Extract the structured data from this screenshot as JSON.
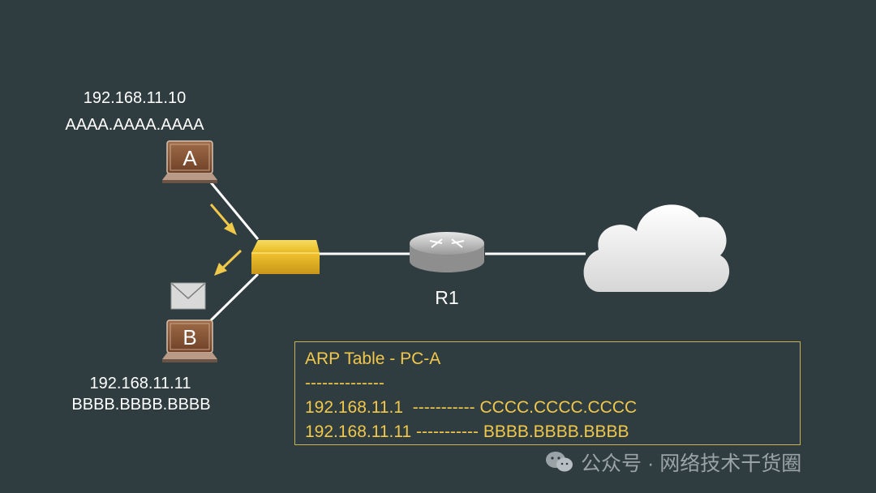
{
  "hosts": {
    "pc_a": {
      "label": "A",
      "ip": "192.168.11.10",
      "mac": "AAAA.AAAA.AAAA"
    },
    "pc_b": {
      "label": "B",
      "ip": "192.168.11.11",
      "mac": "BBBB.BBBB.BBBB"
    }
  },
  "router": {
    "label": "R1"
  },
  "arp_table": {
    "title": "ARP Table - PC-A",
    "divider": "--------------",
    "rows": [
      {
        "ip": "192.168.11.1",
        "dashes": "-----------",
        "mac": "CCCC.CCCC.CCCC"
      },
      {
        "ip": "192.168.11.11",
        "dashes": "-----------",
        "mac": "BBBB.BBBB.BBBB"
      }
    ]
  },
  "watermark": {
    "text": "公众号 · 网络技术干货圈",
    "icon": "wechat-icon"
  },
  "colors": {
    "background": "#2f3c40",
    "link": "#ffffff",
    "switch": "#f0c22c",
    "arrow": "#f0c84a",
    "arp_text": "#f1c84a",
    "pc": "#8b5a3c"
  }
}
